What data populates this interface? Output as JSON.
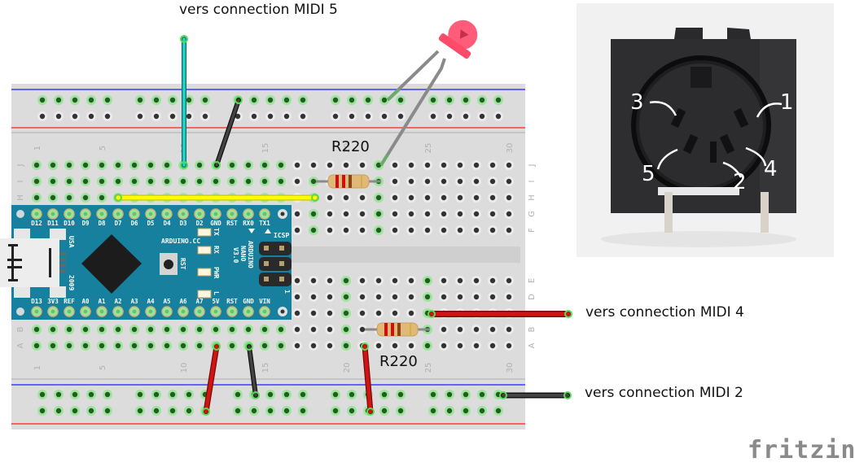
{
  "diagram": {
    "type": "fritzing-breadboard",
    "watermark": "fritzing",
    "labels": {
      "midi5": "vers connection MIDI 5",
      "midi4": "vers connection MIDI 4",
      "midi2": "vers connection MIDI 2",
      "resistor_top": "R220",
      "resistor_bottom": "R220"
    },
    "breadboard": {
      "columns": 30,
      "column_number_labels": [
        "1",
        "5",
        "10",
        "15",
        "20",
        "25",
        "30"
      ],
      "top_rows": [
        "J",
        "I",
        "H",
        "G",
        "F"
      ],
      "bottom_rows": [
        "E",
        "D",
        "C",
        "B",
        "A"
      ]
    },
    "arduino": {
      "model_lines": [
        "ARDUINO",
        "NANO",
        "V3.0"
      ],
      "brand": "ARDUINO.CC",
      "usa": "USA",
      "year": "2009",
      "rst_button": "RST",
      "icsp": "ICSP",
      "icsp_pin1": "1",
      "leds": [
        "TX",
        "RX",
        "PWR",
        "L"
      ],
      "top_pins": [
        "D12",
        "D11",
        "D10",
        "D9",
        "D8",
        "D7",
        "D6",
        "D5",
        "D4",
        "D3",
        "D2",
        "GND",
        "RST",
        "RX0",
        "TX1"
      ],
      "bottom_pins": [
        "D13",
        "3V3",
        "REF",
        "A0",
        "A1",
        "A2",
        "A3",
        "A4",
        "A5",
        "A6",
        "A7",
        "5V",
        "RST",
        "GND",
        "VIN"
      ]
    },
    "wires": [
      {
        "name": "midi5-wire",
        "color": "#22d3c8",
        "from": "J10",
        "to": "off-board top (MIDI 5)"
      },
      {
        "name": "gnd-top-wire",
        "color": "#333333",
        "from": "J12",
        "to": "top rail"
      },
      {
        "name": "d7-wire",
        "color": "#ffff00",
        "from": "H6",
        "to": "H18"
      },
      {
        "name": "5v-wire",
        "color": "#cc1111",
        "from": "A12",
        "to": "bottom rail"
      },
      {
        "name": "gnd-bottom-wire",
        "color": "#333333",
        "from": "A14",
        "to": "bottom rail"
      },
      {
        "name": "r2-rail-wire",
        "color": "#cc1111",
        "from": "A20",
        "to": "bottom rail"
      },
      {
        "name": "midi4-wire",
        "color": "#cc1111",
        "from": "C25",
        "to": "off-board right (MIDI 4)"
      },
      {
        "name": "midi2-wire",
        "color": "#333333",
        "from": "bottom rail col 30",
        "to": "off-board right (MIDI 2)"
      }
    ],
    "resistors": [
      {
        "name": "R220",
        "value": "220",
        "from": "I18",
        "to": "I22"
      },
      {
        "name": "R220",
        "value": "220",
        "from": "B20",
        "to": "B25"
      }
    ],
    "led": {
      "color": "#ff5c7a",
      "anode": "J22",
      "cathode": "top rail"
    },
    "din_photo": {
      "pin_labels": [
        "1",
        "2",
        "3",
        "4",
        "5"
      ]
    }
  }
}
